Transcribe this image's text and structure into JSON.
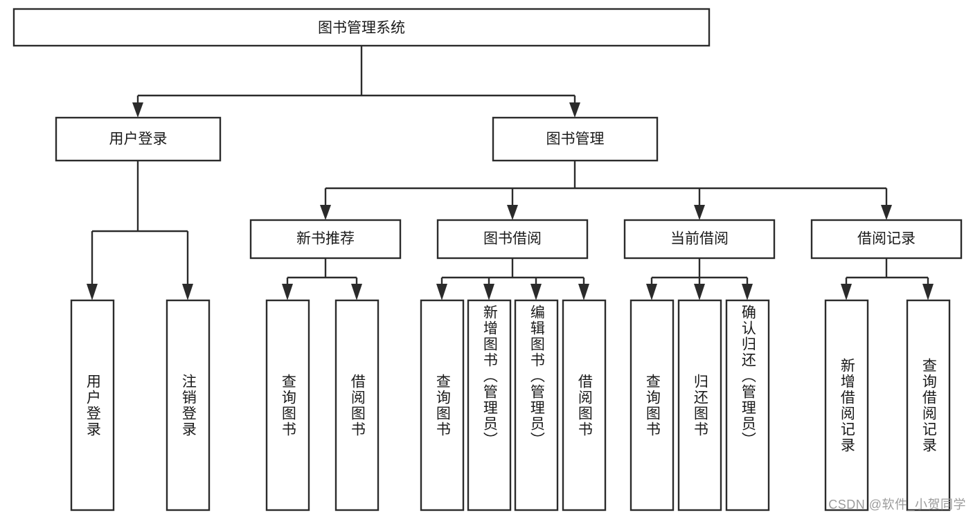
{
  "diagram": {
    "type": "tree-hierarchy",
    "title": "图书管理系统",
    "background_color": "#ffffff",
    "line_color": "#2b2b2b",
    "text_color": "#1a1a1a",
    "root": {
      "id": "root",
      "label": "图书管理系统",
      "orientation": "horizontal"
    },
    "level2": [
      {
        "id": "user-login",
        "label": "用户登录",
        "orientation": "horizontal"
      },
      {
        "id": "book-manage",
        "label": "图书管理",
        "orientation": "horizontal"
      }
    ],
    "level3": [
      {
        "id": "new-book-recommend",
        "label": "新书推荐",
        "orientation": "horizontal",
        "parent": "book-manage"
      },
      {
        "id": "book-borrow",
        "label": "图书借阅",
        "orientation": "horizontal",
        "parent": "book-manage"
      },
      {
        "id": "current-borrow",
        "label": "当前借阅",
        "orientation": "horizontal",
        "parent": "book-manage"
      },
      {
        "id": "borrow-record",
        "label": "借阅记录",
        "orientation": "horizontal",
        "parent": "book-manage"
      }
    ],
    "leaves": [
      {
        "id": "leaf-user-login",
        "label": "用户登录",
        "orientation": "vertical",
        "parent": "user-login"
      },
      {
        "id": "leaf-user-logout",
        "label": "注销登录",
        "orientation": "vertical",
        "parent": "user-login"
      },
      {
        "id": "leaf-query-book-1",
        "label": "查询图书",
        "orientation": "vertical",
        "parent": "new-book-recommend"
      },
      {
        "id": "leaf-borrow-book-1",
        "label": "借阅图书",
        "orientation": "vertical",
        "parent": "new-book-recommend"
      },
      {
        "id": "leaf-query-book-2",
        "label": "查询图书",
        "orientation": "vertical",
        "parent": "book-borrow"
      },
      {
        "id": "leaf-add-book",
        "label": "新增图书（管理员）",
        "orientation": "vertical",
        "parent": "book-borrow"
      },
      {
        "id": "leaf-edit-book",
        "label": "编辑图书（管理员）",
        "orientation": "vertical",
        "parent": "book-borrow"
      },
      {
        "id": "leaf-borrow-book-2",
        "label": "借阅图书",
        "orientation": "vertical",
        "parent": "book-borrow"
      },
      {
        "id": "leaf-query-book-3",
        "label": "查询图书",
        "orientation": "vertical",
        "parent": "current-borrow"
      },
      {
        "id": "leaf-return-book",
        "label": "归还图书",
        "orientation": "vertical",
        "parent": "current-borrow"
      },
      {
        "id": "leaf-confirm-return",
        "label": "确认归还（管理员）",
        "orientation": "vertical",
        "parent": "current-borrow"
      },
      {
        "id": "leaf-add-record",
        "label": "新增借阅记录",
        "orientation": "vertical",
        "parent": "borrow-record"
      },
      {
        "id": "leaf-query-record",
        "label": "查询借阅记录",
        "orientation": "vertical",
        "parent": "borrow-record"
      }
    ]
  },
  "watermark": {
    "text": "CSDN @软件_小贺同学"
  }
}
